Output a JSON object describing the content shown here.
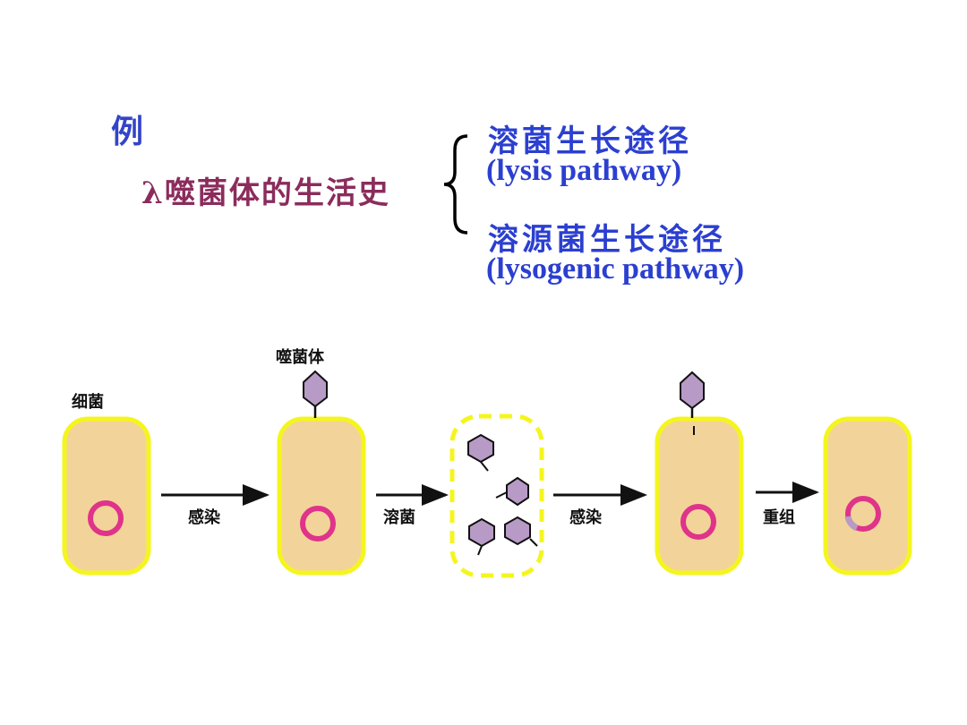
{
  "header": {
    "example_label": "例",
    "subject": "λ噬菌体的生活史"
  },
  "branches": [
    {
      "zh": "溶菌生长途径",
      "en": "(lysis pathway)"
    },
    {
      "zh": "溶源菌生长途径",
      "en": "(lysogenic pathway)"
    }
  ],
  "diagram": {
    "bacterium_label": "细菌",
    "phage_label": "噬菌体",
    "step_labels": [
      "感染",
      "溶菌",
      "感染",
      "重组"
    ]
  },
  "colors": {
    "cell_fill": "#f2d49a",
    "cell_border": "#f5f51e",
    "dna_ring": "#e0338a",
    "phage_head": "#b89ac6",
    "title_blue": "#2b3fd0",
    "subject_maroon": "#8b2c5c"
  }
}
